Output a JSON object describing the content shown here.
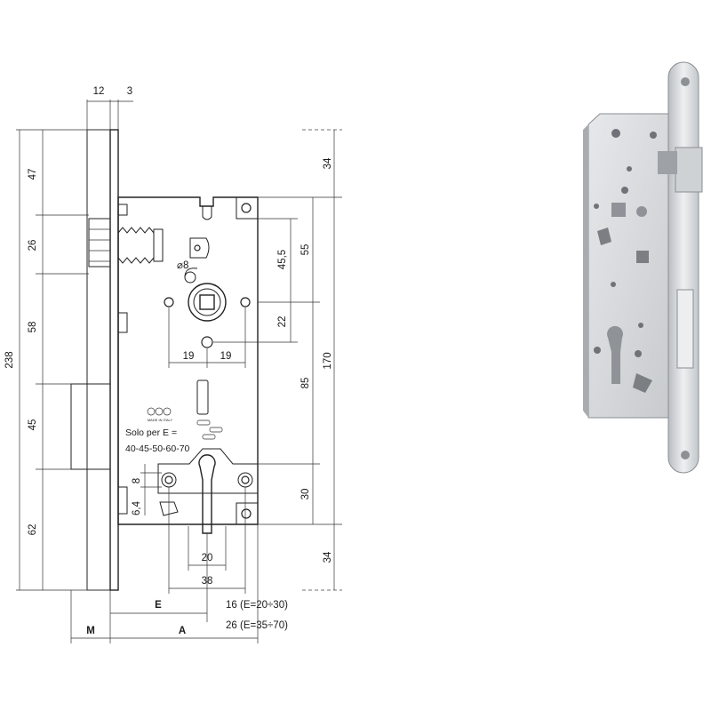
{
  "drawing": {
    "top_dims": {
      "faceplate_width": "12",
      "faceplate_thickness": "3"
    },
    "left_dims": {
      "total": "238",
      "seg1": "47",
      "seg2": "26",
      "seg3": "58",
      "seg4": "45",
      "seg5": "62"
    },
    "right_dims": {
      "top_offset": "34",
      "bottom_offset": "34",
      "case_height": "170",
      "to_handle": "55",
      "to_handle_inner": "45,5",
      "handle_to_key": "22",
      "handle_to_cylinder": "85",
      "cylinder_to_bottom": "30"
    },
    "inner_dims": {
      "spindle_hole": "8",
      "spindle_left": "19",
      "spindle_right": "19",
      "cylinder_screw": "8",
      "cylinder_offset": "6,4",
      "cylinder_width": "20",
      "cylinder_spacing": "38"
    },
    "bottom_dims": {
      "backset": "E",
      "backset_a": "A",
      "faceplate_m": "M",
      "note_1": "16 (E=20÷30)",
      "note_2": "26 (E=35÷70)"
    },
    "case_text": {
      "only_for": "Solo per E =",
      "values": "40-45-50-60-70",
      "made_in": "MADE IN ITALY"
    }
  },
  "photo": {
    "description_colors": {
      "steel": "#c9cdd1",
      "case": "#d8dadc",
      "faceplate": "#e4e6e8"
    }
  }
}
